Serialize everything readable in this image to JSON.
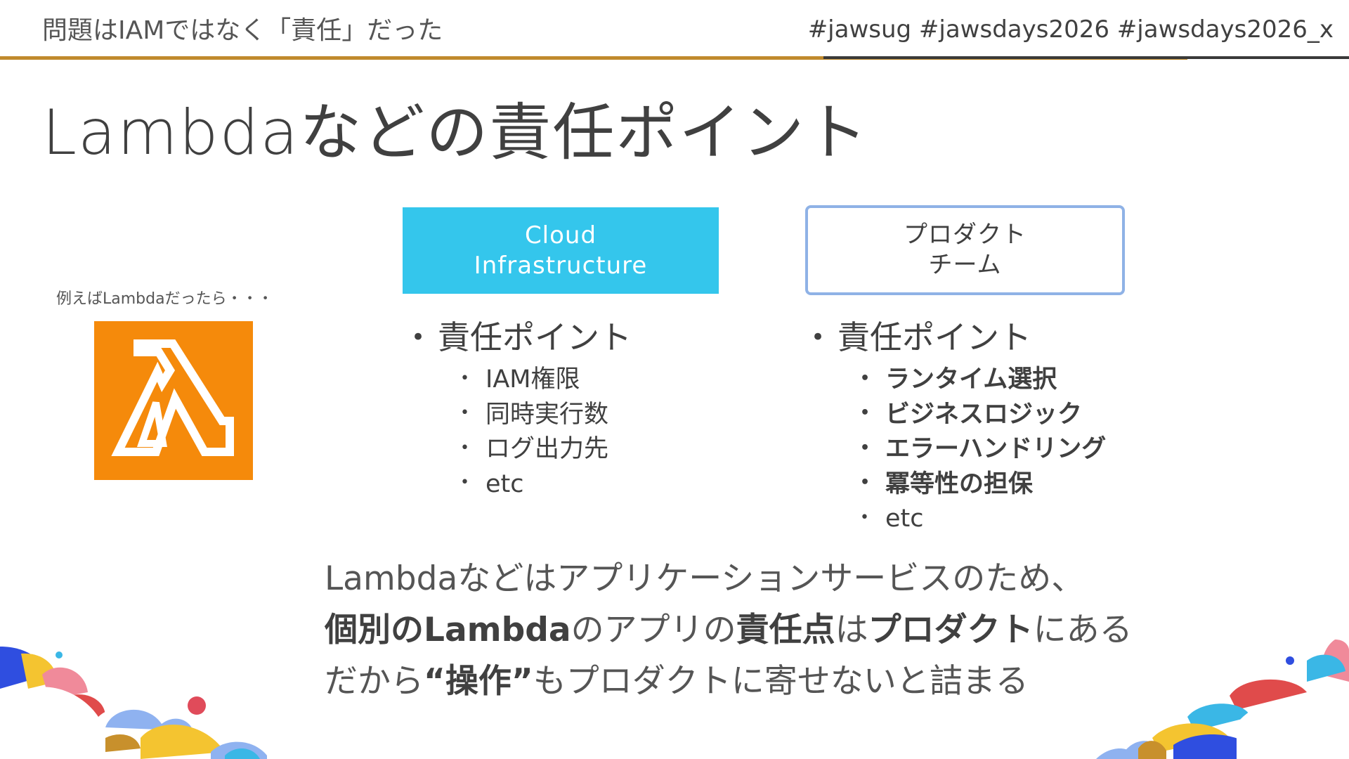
{
  "header": {
    "title": "問題はIAMではなく「責任」だった",
    "hashtags": "#jawsug #jawsdays2026 #jawsdays2026_x"
  },
  "slide": {
    "title": "Lambdaなどの責任ポイント",
    "example_caption": "例えばLambdaだったら・・・",
    "logo_icon": "aws-lambda-icon"
  },
  "columns": [
    {
      "box_label_line1": "Cloud",
      "box_label_line2": "Infrastructure",
      "heading": "責任ポイント",
      "items": [
        "IAM権限",
        "同時実行数",
        "ログ出力先",
        "etc"
      ]
    },
    {
      "box_label_line1": "プロダクト",
      "box_label_line2": "チーム",
      "heading": "責任ポイント",
      "items": [
        "ランタイム選択",
        "ビジネスロジック",
        "エラーハンドリング",
        "冪等性の担保",
        "etc"
      ]
    }
  ],
  "summary": {
    "line1": "Lambdaなどはアプリケーションサービスのため、",
    "line2_parts": [
      "個別のLambda",
      "のアプリの",
      "責任点",
      "は",
      "プロダクト",
      "にある"
    ],
    "line3_parts": [
      "だから",
      "“操作”",
      "もプロダクトに寄せないと詰まる"
    ]
  },
  "colors": {
    "accent_gold": "#c08a2c",
    "cloud_box": "#34c6ec",
    "product_box_border": "#8fb2e6",
    "lambda_orange": "#f58a0b"
  }
}
